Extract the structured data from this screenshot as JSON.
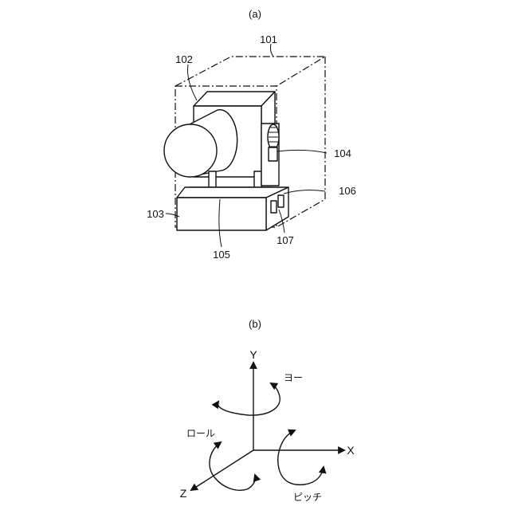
{
  "figure_a": {
    "caption": "(a)",
    "labels": {
      "housing": "101",
      "camera": "102",
      "base": "103",
      "knob": "104",
      "rail": "105",
      "side_part": "106",
      "connector": "107"
    }
  },
  "figure_b": {
    "caption": "(b)",
    "axes": {
      "x": "X",
      "y": "Y",
      "z": "Z"
    },
    "rotations": {
      "yaw": "ヨー",
      "roll": "ロール",
      "pitch": "ピッチ"
    }
  }
}
